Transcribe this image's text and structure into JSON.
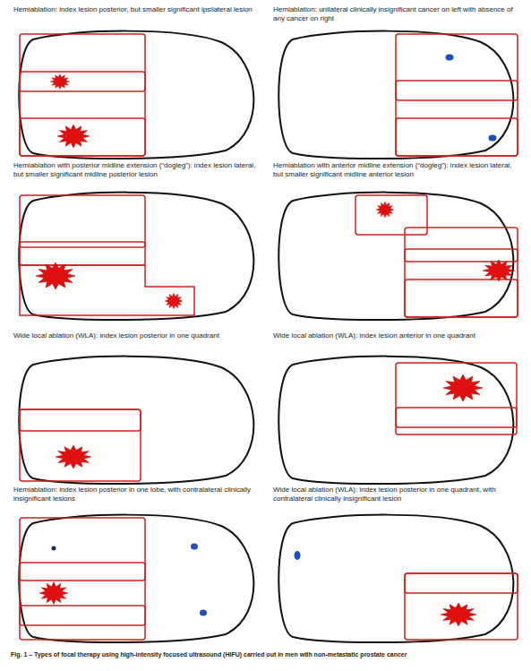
{
  "diagram": {
    "caption": "Fig. 1 – Types of focal therapy using high-intensity focused ultrasound (HIFU) carried out in men with non-metastatic prostate cancer",
    "labels": [
      "Hemiablation: index lesion posterior, but smaller significant ipsilateral lesion",
      "Hemiablation: unilateral clinically insignificant cancer on left with absence of any cancer on right",
      "Hemiablation with posterior midline extension (“dogleg”): index lesion lateral, but smaller significant midline posterior lesion",
      "Hemiablation with anterior midline extension (“dogleg”): index lesion lateral, but smaller significant midline anterior lesion",
      "Wide local ablation (WLA): index lesion posterior in one quadrant",
      "Wide local ablation (WLA): index lesion anterior in one quadrant",
      "Hemiablation: index lesion posterior in one lobe, with contralateral clinically insignificant lesions",
      "Wide local ablation (WLA): index lesion posterior in one quadrant, with contralateral clinically insignificant lesion"
    ]
  }
}
